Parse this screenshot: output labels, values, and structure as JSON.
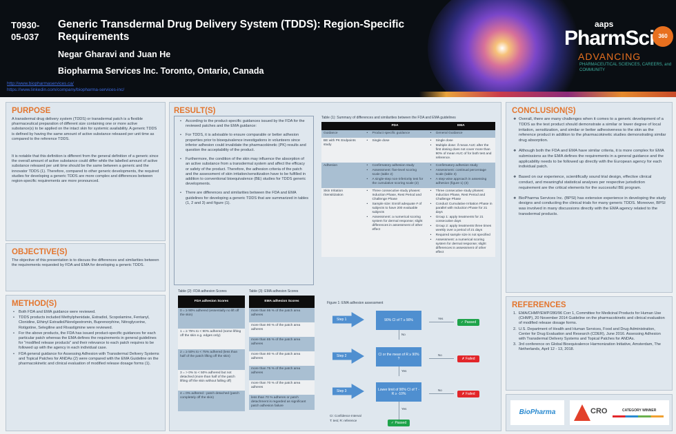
{
  "header": {
    "poster_code": "T0930-05-037",
    "title": "Generic Transdermal Drug Delivery System (TDDS): Region-Specific Requirements",
    "authors": "Negar Gharavi and Juan He",
    "affiliation": "Biopharma Services Inc. Toronto, Ontario, Canada",
    "links": [
      "http://www.biopharmaservices.ca/",
      "https://www.linkedin.com/company/biopharma-services-inc/"
    ],
    "logo": {
      "top": "aaps",
      "main": "PharmSci",
      "badge": "360",
      "tagline": "ADVANCING",
      "sub": "PHARMACEUTICAL SCIENCES, CAREERS, and COMMUNITY"
    }
  },
  "purpose": {
    "heading": "PURPOSE",
    "paragraphs": [
      "A transdermal drug delivery system (TDDS) or transdermal patch is a flexible pharmaceutical preparation of different size containing one or more active substance(s) to be applied on the intact skin for systemic availability. A generic TDDS is defined by having the same amount of active substance released per unit time as compared to the reference TDDS.",
      "It is notable that this definition is different from the general definition of a generic since the overall amount of active substance could differ while the labelled amount of active substance released per unit time should be the same between a generic and the innovator TDDS (1). Therefore, compared to other generic developments, the required studies for developing a generic TDDS are more complex and differences between region-specific requirements are more pronounced."
    ]
  },
  "objective": {
    "heading": "OBJECTIVE(S)",
    "text": "The objective of this presentation is to discuss the differences and similarities between the requirements requested by FDA and EMA for developing a generic TDDS."
  },
  "method": {
    "heading": "METHOD(S)",
    "items": [
      "Both FDA and EMA guidance were reviewed.",
      "TDDS products included Methylphenidate, Estradiol, Scopolamine, Fentanyl, Clonidine, Ethinyl Estradiol/Norelgestromin, Buprenorphine, Nitroglycerine, Rotigotine, Selegiline and Rivastigmine were reviewed.",
      "For the above products, the FDA has issued product-specific guidances for each particular patch whereas the EMA defines the requirements in general guidelines for \"modified release products\" and their relevance to each patch requires to be followed up with the agency in each individual case.",
      "FDA general guidance for Assessing Adhesion with Transdermal Delivery Systems and Topical Patches for ANDAs (2) were compared with the EMA Guideline on the pharmacokinetic and clinical evaluation of modified release dosage forms (1)."
    ]
  },
  "results": {
    "heading": "RESULT(S)",
    "items": [
      "According to the product-specific guidances issued by the FDA for the reviewed patches and the EMA guidance:",
      "For TDDS, it is advisable to ensure comparable or better adhesion properties prior to bioequivalence investigations in volunteers since inferior adhesion could invalidate the pharmacokinetic (PK) results and question the acceptability of the product.",
      "Furthermore, the condition of the skin may influence the absorption of an active substance from a transdermal system and affect the efficacy or safety of the product. Therefore, the adhesion criteria of the patch and the assessment of skin irritation/sensitization have to be fulfilled in addition to conventional bioequivalence (BE) studies for TDDS generic developments.",
      "There are differences and similarities between the FDA and EMA guidelines for developing a generic TDDS that are summarized in tables (1, 2 and 3) and figure (1)."
    ]
  },
  "table1": {
    "caption": "Table (1): Summary of differences and similarities between the FDA and EMA guidelines",
    "columns": [
      "",
      "FDA",
      "EMA"
    ],
    "rows": [
      {
        "label": "Guidance",
        "fda": [
          "Product specific guidance"
        ],
        "ema": [
          "General Guidance"
        ]
      },
      {
        "label": "BE with PK Endpoints study",
        "fda": [
          "Single dose"
        ],
        "ema": [
          "Single dose",
          "Multiple dose: if mean AUC after the first dosing does not cover more than 90% of mean AUC of for both test and reference."
        ]
      },
      {
        "label": "Adhesion",
        "fda": [
          "Confirmatory adhesion study",
          "Assessment: five-level scoring scale (table 2)",
          "A single-step non-inferiority test for the cumulative scoring scale (2)"
        ],
        "ema": [
          "Confirmatory adhesion study",
          "Assessment: continual percentage scale (table 3)",
          "A step-wise approach in assessing adhesion (figure 1) (3)"
        ]
      },
      {
        "label": "Skin Irritation /Sensitization",
        "fda": [
          "Three consecutive study phases: Induction Phase, Rest Period and Challenge Phase",
          "Sample size: Enroll adequate # of subjects to have 200 evaluable subjects",
          "Assessment: a numerical scoring system for dermal response; slight differences in assessment of other effect"
        ],
        "ema": [
          "Three consecutive study phases: Induction Phase, Rest Period and Challenge Phase",
          "Conduct Cumulative Irritation Phase in parallel with Induction Phase for 21 days",
          "Group 1: apply treatments for 21 consecutive days",
          "Group 2: apply treatments three times weekly over a period of 21 days",
          "Required sample size is not specified",
          "Assessment: a numerical scoring system for dermal response; slight differences in assessment of other effect"
        ]
      }
    ]
  },
  "table2": {
    "caption": "Table (2): FDA adhesion Scores",
    "header": "FDA adhesion Scores",
    "rows": [
      "0 = ≥ 90% adhered (essentially no lift off the skin)",
      "1 = ≥ 75% to < 90% adhered (some lifting off the skin e.g. edges only)",
      "2 = ≥ 50% to < 75% adhered (less than half of the patch lifting off the skin)",
      "3 = > 0% to < 50% adhered but not detached (more than half of the patch lifting off the skin without falling off)",
      "4 = 0% adhered - patch detached (patch completely off the skin)"
    ]
  },
  "table3": {
    "caption": "Table (3): EMA adhesion Scores",
    "header": "EMA adhesion Scores",
    "rows": [
      "more than 95 % of the patch area adheres",
      "more than 90 % of the patch area adheres",
      "more than 85 % of the patch area adheres",
      "more than 80 % of the patch area adheres",
      "more than 75 % of the patch area adheres",
      "more than 70 % of the patch area adheres",
      "less than 70 % adheres or patch detachment is regarded as significant patch adhesion failure"
    ]
  },
  "figure1": {
    "caption": "Figure 1: EMA adhesion assessment",
    "steps": [
      "Step 1",
      "Step 2",
      "Step 3"
    ],
    "decisions": [
      "90% CI of T ≥ 90%",
      "CI or the mean of R ≥ 90% ?",
      "Lower limit of 90% CI of T - R ≥ -10%"
    ],
    "outcomes": [
      "✓ Passed",
      "✗ Failed",
      "✗ Failed"
    ],
    "final": "✓ Passed",
    "yes": "Yes",
    "no": "No",
    "footnotes": [
      "CI: Confidence Interval",
      "T: test; R: reference"
    ],
    "colors": {
      "box": "#4f8fd0",
      "pass": "#1ea34a",
      "fail": "#e2262a"
    }
  },
  "conclusion": {
    "heading": "CONCLUSION(S)",
    "items": [
      "Overall, there are many challenges when it comes to a generic development of a TDDS as the test product should demonstrate a similar or lower degree of local irritation, sensitization, and similar or better adhesiveness to the skin as the reference product in addition to the pharmacokinetic studies demonstrating similar drug absorption.",
      "Although both the FDA and EMA have similar criteria, it is more complex for EMA submissions as the EMA defines the requirements in a general guidance and the applicability needs to be followed up directly with the European agency for each individual patch.",
      "Based on our experience, scientifically sound trial design, effective clinical conduct, and meaningful statistical analyses per respective jurisdiction requirement are the critical elements for the successful BE program.",
      "BioPharma Services Inc. (BPSI) has extensive experience in developing the study designs and conducting the clinical trials for many generic TDDS. Moreover, BPSI was involved in many discussions directly with the EMA agency related to the transdermal products."
    ]
  },
  "references": {
    "heading": "REFERENCES",
    "items": [
      "EMA/CHMP/EWP/280/96 Corr 1, Committee for Medicinal Products for Human Use (CHMP), 20 November 2014 Guideline on the pharmacokinetic and clinical evaluation of modified release dosage forms.",
      "U.S. Department of Health and Human Services, Food and Drug Administration, Center for Drug Evaluation and Research (CDER), June 2016. Assessing Adhesion with Transdermal Delivery Systems and Topical Patches for ANDAs.",
      "3rd conference on Global Bioequivalence Harmonization Initiative, Amsterdam, The Netherlands, April 12 - 13, 2018."
    ]
  },
  "footer_logos": {
    "biopharma": "BioPharma",
    "cro": "CRO",
    "cro_tagline": "CATEGORY WINNER"
  },
  "colors": {
    "heading": "#e3762f",
    "panel": "#dfe7ee",
    "header_bg": "#0a0e13"
  }
}
